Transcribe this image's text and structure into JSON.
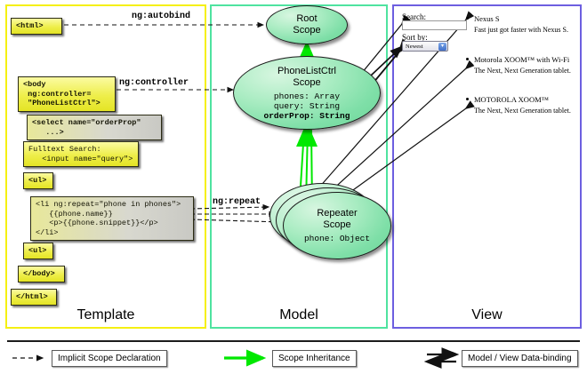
{
  "columns": {
    "template": {
      "label": "Template",
      "border_color": "#f5f012"
    },
    "model": {
      "label": "Model",
      "border_color": "#4fe3a0"
    },
    "view": {
      "label": "View",
      "border_color": "#6d5fe0"
    }
  },
  "template": {
    "boxes": [
      {
        "name": "html-open-tag",
        "text": "<html>"
      },
      {
        "name": "body-controller",
        "text": "<body\n ng:controller=\n \"PhoneListCtrl\">"
      },
      {
        "name": "select-orderprop",
        "text": "<select name=\"orderProp\"\n   ...>"
      },
      {
        "name": "fulltext-search",
        "text": "Fulltext Search:\n   <input name=\"query\">"
      },
      {
        "name": "ul-open-tag",
        "text": "<ul>"
      },
      {
        "name": "li-ng-repeat",
        "text": "<li ng:repeat=\"phone in phones\">\n   {{phone.name}}\n   <p>{{phone.snippet}}</p>\n</li>"
      },
      {
        "name": "ul-close-tag",
        "text": "<ul>"
      },
      {
        "name": "body-close-tag",
        "text": "</body>"
      },
      {
        "name": "html-close-tag",
        "text": "</html>"
      }
    ]
  },
  "edge_labels": {
    "autobind": "ng:autobind",
    "controller": "ng:controller",
    "repeat": "ng:repeat"
  },
  "model": {
    "root_scope": {
      "title_line1": "Root",
      "title_line2": "Scope"
    },
    "phone_list_ctrl_scope": {
      "title_line1": "PhoneListCtrl",
      "title_line2": "Scope",
      "properties": [
        {
          "text": "phones: Array",
          "bold": false
        },
        {
          "text": "query: String",
          "bold": false
        },
        {
          "text": "orderProp: String",
          "bold": true
        }
      ]
    },
    "repeater_scope": {
      "title_line1": "Repeater",
      "title_line2": "Scope",
      "properties": [
        {
          "text": "phone: Object",
          "bold": false
        }
      ]
    }
  },
  "view": {
    "search_label": "Search:",
    "search_value": "",
    "search_placeholder": "",
    "sort_label": "Sort by:",
    "sort_selected": "Newest",
    "sort_options": [
      "Newest"
    ],
    "phones": [
      {
        "name": "Nexus S",
        "snippet": "Fast just got faster with Nexus S."
      },
      {
        "name": "Motorola XOOM™  with Wi-Fi",
        "snippet": "The Next, Next Generation tablet."
      },
      {
        "name": "MOTOROLA XOOM™",
        "snippet": "The Next, Next Generation tablet."
      }
    ]
  },
  "legend": {
    "items": [
      {
        "name": "implicit-scope-declaration",
        "label": "Implicit Scope Declaration",
        "style": "dashed-black"
      },
      {
        "name": "scope-inheritance",
        "label": "Scope Inheritance",
        "style": "solid-green"
      },
      {
        "name": "model-view-data-binding",
        "label": "Model / View Data-binding",
        "style": "double-black"
      }
    ]
  },
  "colors": {
    "inheritance_green": "#00e800",
    "scope_fill": "#8fe3ae",
    "code_yellow": "#eeee4a",
    "edge_black": "#1a1a1a"
  }
}
